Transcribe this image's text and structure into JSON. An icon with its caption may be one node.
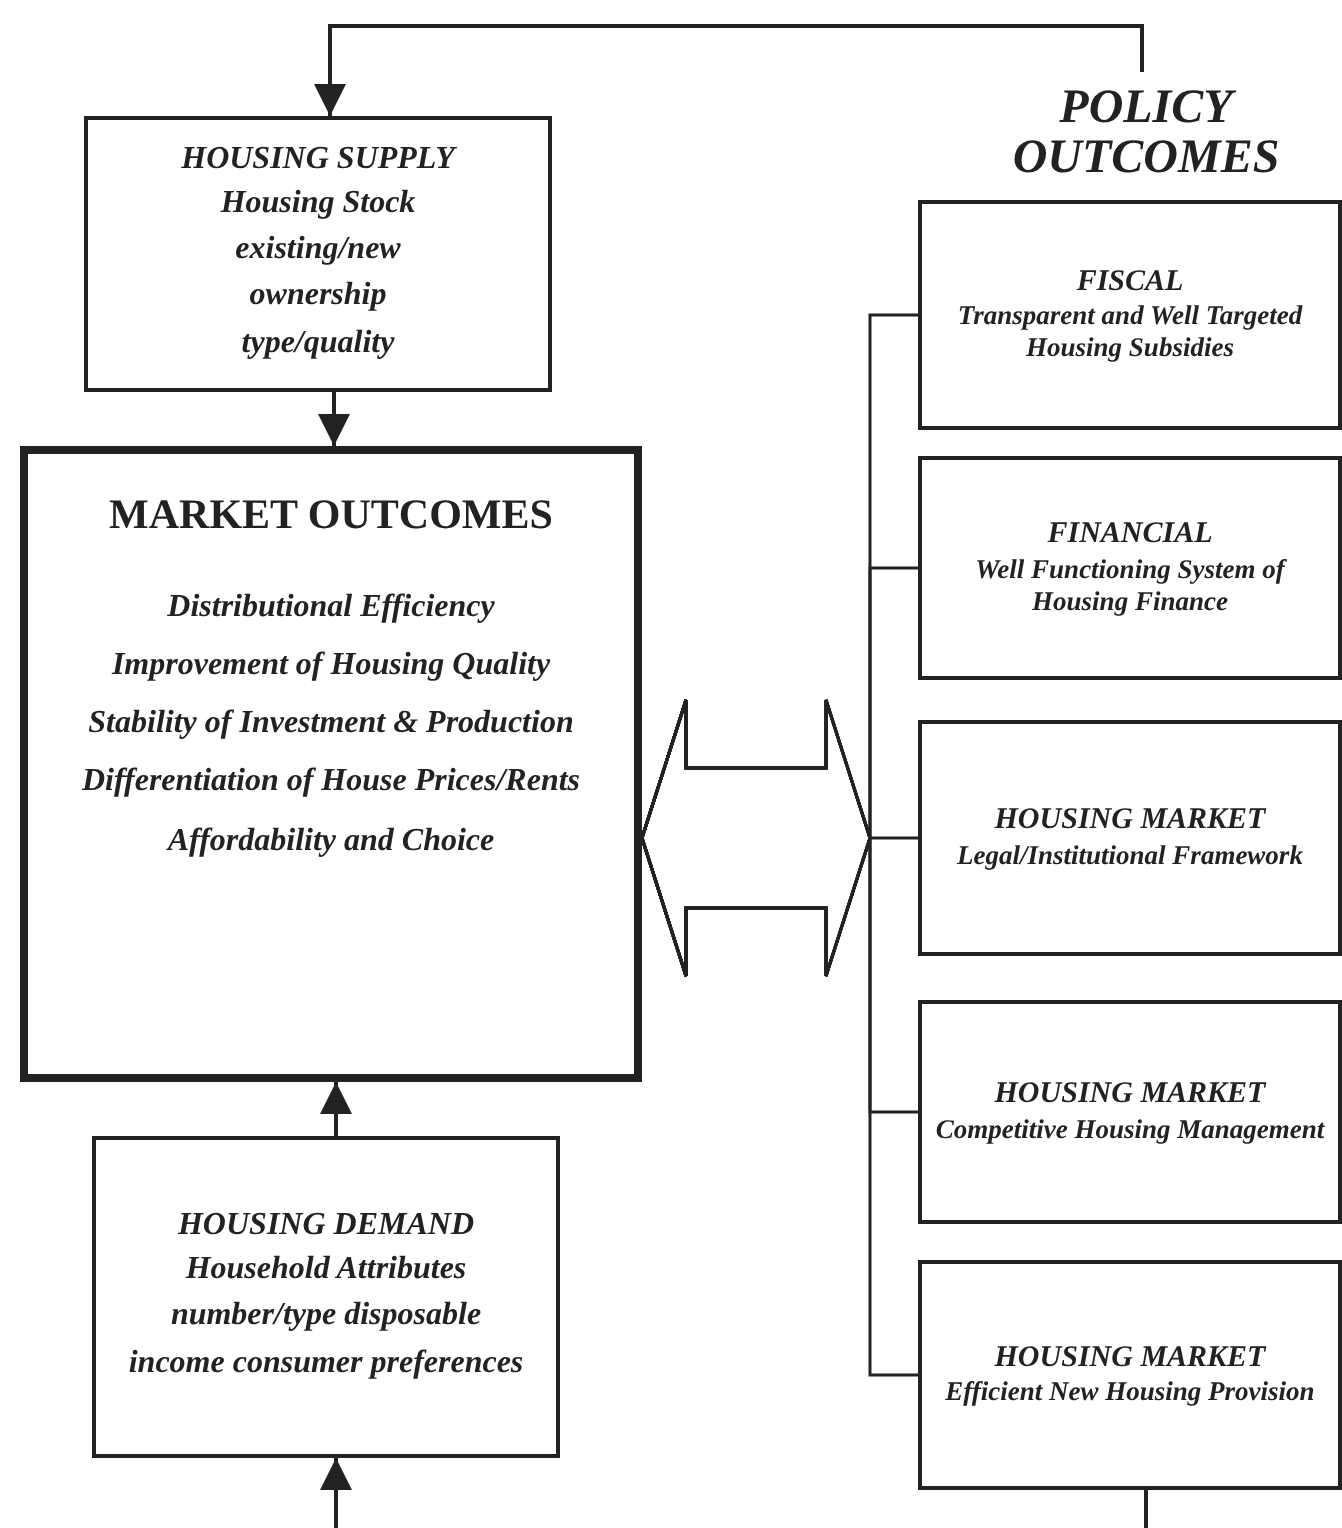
{
  "diagram": {
    "nodes": [
      {
        "text": [
          "POLICY OUTCOMES"
        ]
      },
      {
        "text": [
          "HOUSING SUPPLY",
          "Housing Stock existing/new ownership type/quality"
        ]
      },
      {
        "text": [
          "MARKET OUTCOMES",
          "Distributional Efficiency",
          "Improvement of Housing Quality",
          "Stability of Investment & Production",
          "Differentiation of House Prices/Rents",
          "Affordability and Choice"
        ]
      },
      {
        "text": [
          "HOUSING DEMAND",
          "Household Attributes number/type disposable income consumer preferences"
        ]
      },
      {
        "text": [
          "FISCAL",
          "Transparent and Well Targeted Housing Subsidies"
        ]
      },
      {
        "text": [
          "FINANCIAL",
          "Well Functioning System of Housing Finance"
        ]
      },
      {
        "text": [
          "HOUSING MARKET",
          "Legal/Institutional Framework"
        ]
      },
      {
        "text": [
          "HOUSING MARKET",
          "Competitive Housing Management"
        ]
      },
      {
        "text": [
          "HOUSING MARKET",
          "Efficient New Housing Provision"
        ]
      }
    ],
    "edges": [
      {
        "from": 0,
        "to": 1,
        "arrow": "to"
      },
      {
        "from": 1,
        "to": 2,
        "arrow": "to"
      },
      {
        "from": 3,
        "to": 2,
        "arrow": "to"
      },
      {
        "from": null,
        "to": 3,
        "arrow": "to"
      },
      {
        "from": 4,
        "to": 2,
        "arrow": "to"
      },
      {
        "from": 5,
        "to": 2,
        "arrow": "to"
      },
      {
        "from": 6,
        "to": 2,
        "arrow": "to"
      },
      {
        "from": 7,
        "to": 2,
        "arrow": "to"
      },
      {
        "from": 8,
        "to": 2,
        "arrow": "to"
      },
      {
        "from": 8,
        "to": null,
        "arrow": "none"
      }
    ]
  }
}
